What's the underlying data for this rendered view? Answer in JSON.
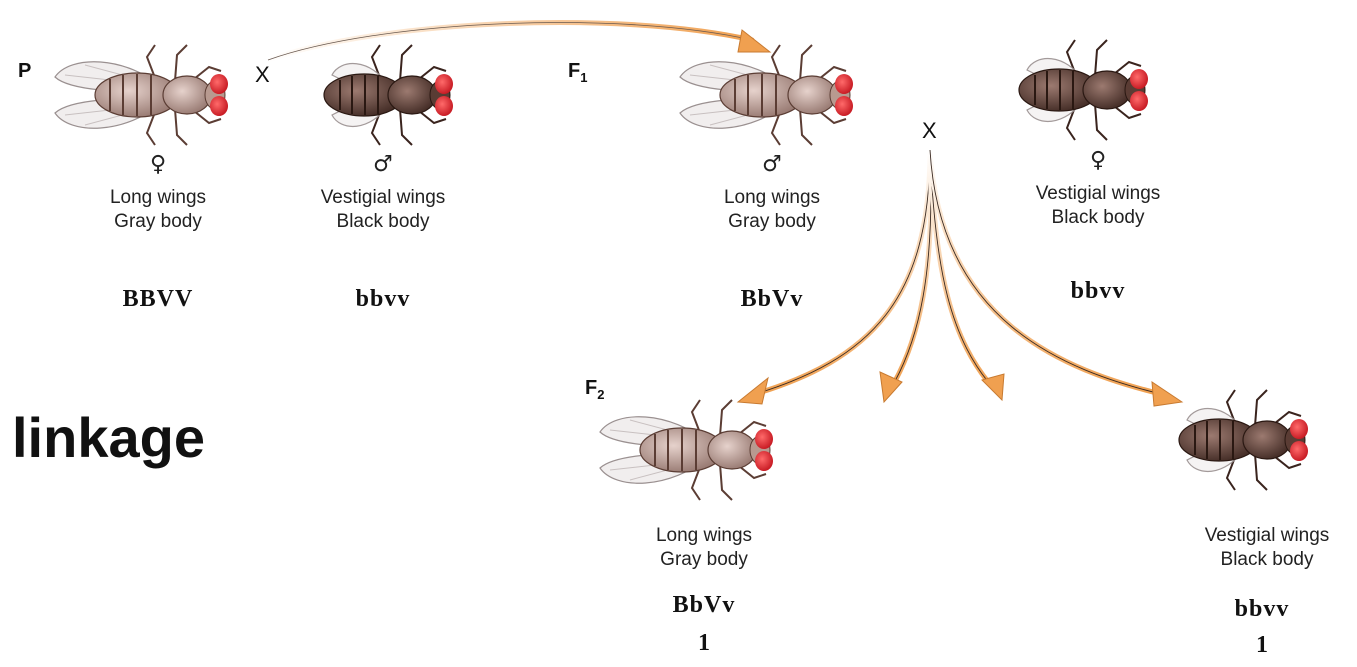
{
  "generations": {
    "p": "P",
    "f1": "F",
    "f1_sub": "1",
    "f2": "F",
    "f2_sub": "2"
  },
  "cross_symbol": "X",
  "title": "linkage",
  "flies": {
    "p_female": {
      "sex": "♀",
      "phenotype_line1": "Long wings",
      "phenotype_line2": "Gray body",
      "genotype": "BBVV"
    },
    "p_male": {
      "sex": "♂",
      "phenotype_line1": "Vestigial wings",
      "phenotype_line2": "Black body",
      "genotype": "bbvv"
    },
    "f1_male": {
      "sex": "♂",
      "phenotype_line1": "Long wings",
      "phenotype_line2": "Gray body",
      "genotype": "BbVv"
    },
    "testcross_female": {
      "sex": "♀",
      "phenotype_line1": "Vestigial wings",
      "phenotype_line2": "Black body",
      "genotype": "bbvv"
    },
    "f2_parental_type1": {
      "phenotype_line1": "Long wings",
      "phenotype_line2": "Gray body",
      "genotype": "BbVv",
      "ratio": "1"
    },
    "f2_parental_type2": {
      "phenotype_line1": "Vestigial wings",
      "phenotype_line2": "Black body",
      "genotype": "bbvv",
      "ratio": "1"
    }
  },
  "colors": {
    "arrow": "#f0a050",
    "body_gray": "#b89a90",
    "body_black": "#5a3c34",
    "eye": "#e0202a"
  }
}
